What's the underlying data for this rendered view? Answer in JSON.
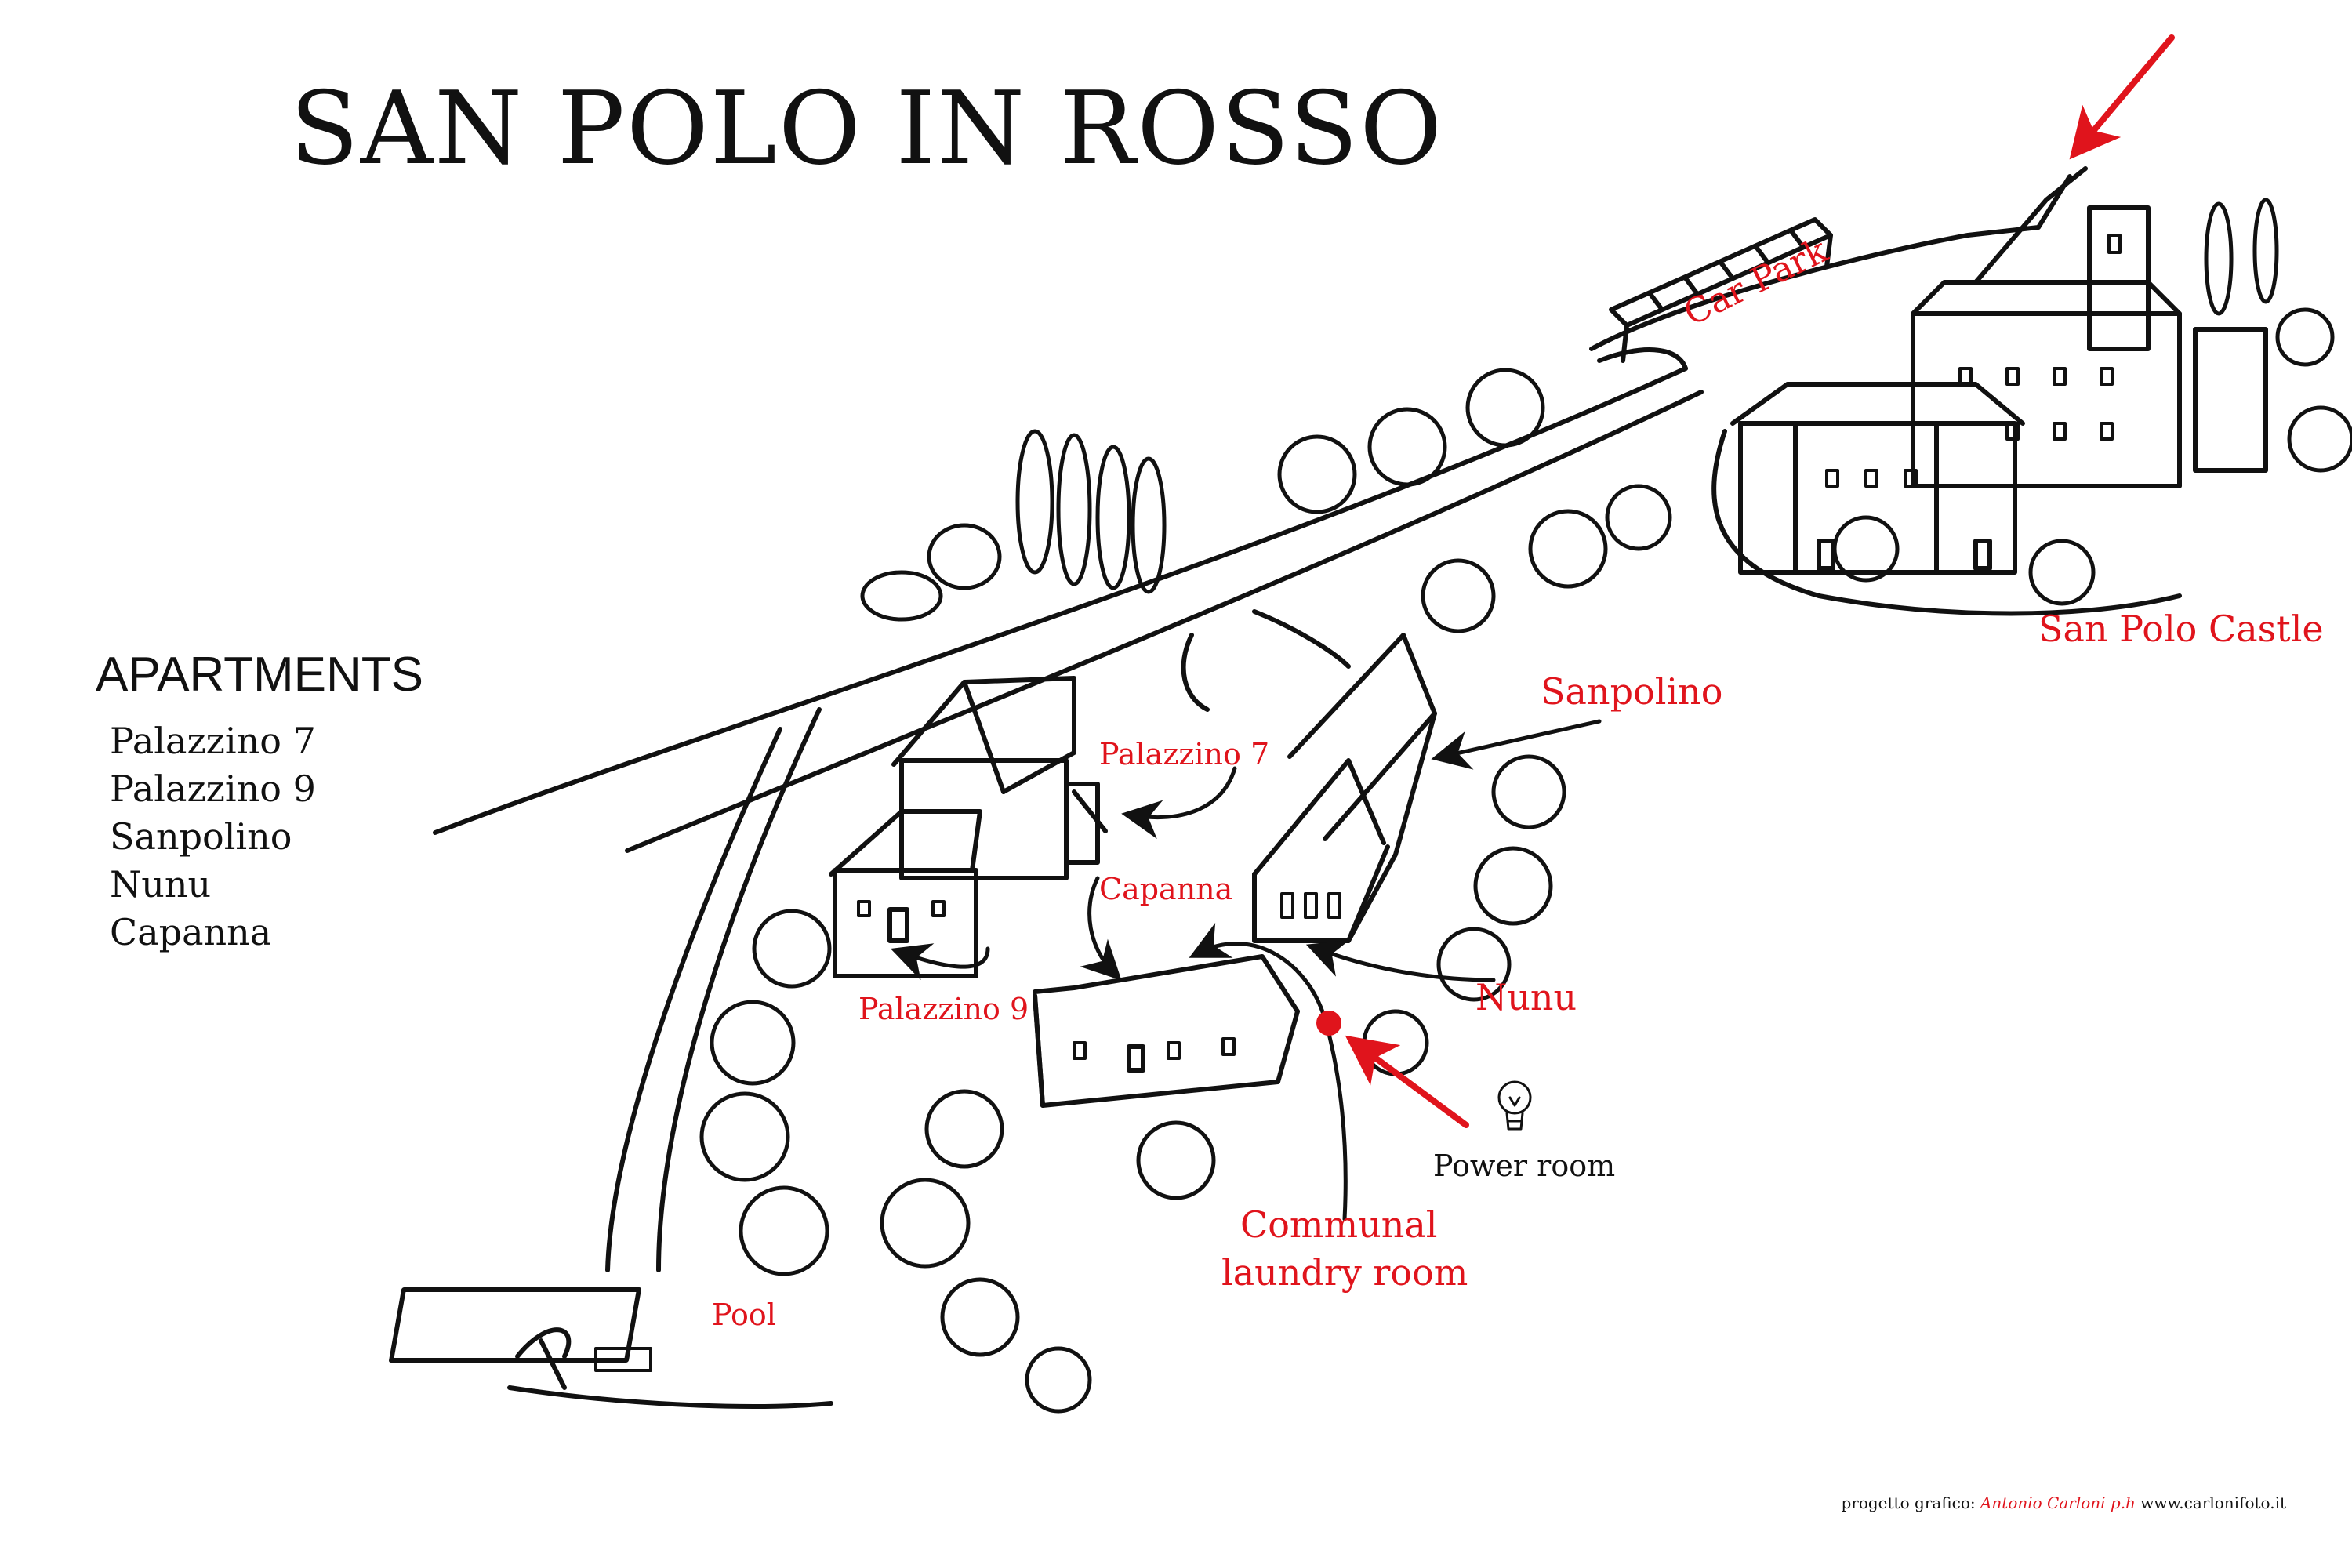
{
  "title": "SAN POLO IN ROSSO",
  "apartments": {
    "heading": "APARTMENTS",
    "items": [
      "Palazzino 7",
      "Palazzino 9",
      "Sanpolino",
      "Nunu",
      "Capanna"
    ]
  },
  "labels": {
    "car_park": "Car Park",
    "castle": "San Polo Castle",
    "sanpolino": "Sanpolino",
    "palazzino_7": "Palazzino 7",
    "capanna": "Capanna",
    "palazzino_9": "Palazzino 9",
    "nunu": "Nunu",
    "power_room": "Power room",
    "laundry_line1": "Communal",
    "laundry_line2": "laundry room",
    "pool": "Pool"
  },
  "credit": {
    "prefix": "progetto grafico:",
    "author": "Antonio Carloni p.h",
    "site": "www.carlonifoto.it"
  },
  "colors": {
    "accent": "#e0141c",
    "ink": "#111111"
  }
}
